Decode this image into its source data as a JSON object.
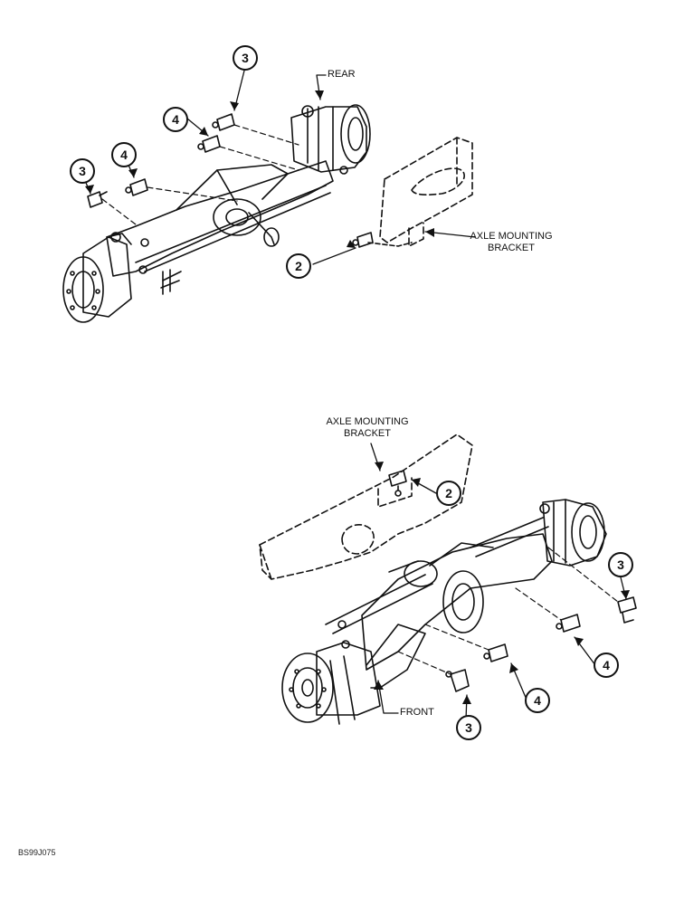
{
  "labels": {
    "rear": "REAR",
    "front": "FRONT",
    "bracket_top_line1": "AXLE MOUNTING",
    "bracket_top_line2": "BRACKET",
    "bracket_bottom_line1": "AXLE MOUNTING",
    "bracket_bottom_line2": "BRACKET"
  },
  "callouts": {
    "top": [
      "3",
      "4",
      "4",
      "3",
      "2"
    ],
    "bottom": [
      "2",
      "3",
      "4",
      "4",
      "3"
    ]
  },
  "figure_code": "BS99J075"
}
